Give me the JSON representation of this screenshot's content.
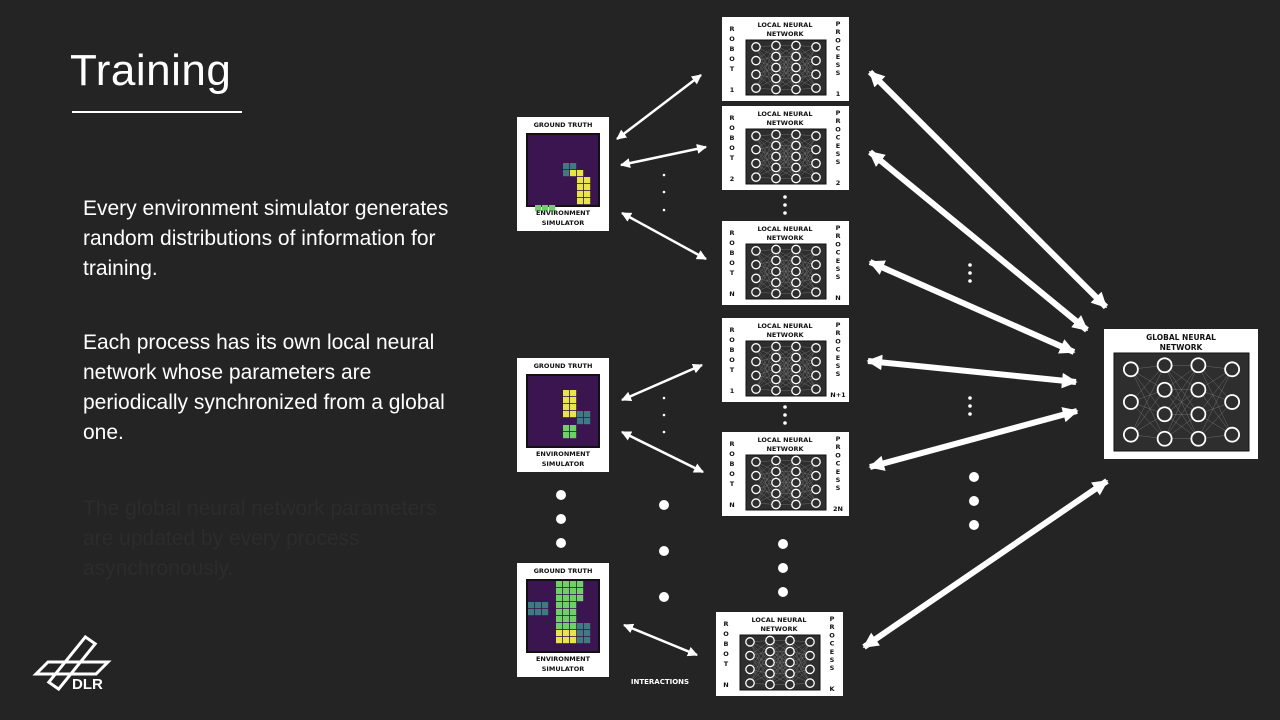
{
  "slide": {
    "title": "Training",
    "paragraphs": [
      "Every environment simulator generates random distributions of information for training.",
      "Each process has its own local neural network whose parameters are periodically synchronized from a global one.",
      "The global neural network parameters are updated by every process asynchronously."
    ]
  },
  "diagram": {
    "ground_truth_label": "GROUND TRUTH",
    "env_label": "ENVIRONMENT SIMULATOR",
    "local_label": "LOCAL NEURAL NETWORK",
    "robot_word": "ROBOT",
    "process_word": "PROCESS",
    "global_label": "GLOBAL NEURAL NETWORK",
    "interactions_label": "INTERACTIONS",
    "local_networks": [
      {
        "robot": "1",
        "process": "1"
      },
      {
        "robot": "2",
        "process": "2"
      },
      {
        "robot": "N",
        "process": "N"
      },
      {
        "robot": "1",
        "process": "N+1"
      },
      {
        "robot": "N",
        "process": "2N"
      },
      {
        "robot": "N",
        "process": "K"
      }
    ]
  },
  "logo": {
    "text": "DLR"
  },
  "colors": {
    "background": "#242424",
    "card": "#ffffff",
    "panel": "#2e2e2e",
    "grid_bg": "#3a1550",
    "cell_yellow": "#e6e64a",
    "cell_teal": "#3f7a80",
    "cell_green": "#6fd06a"
  }
}
